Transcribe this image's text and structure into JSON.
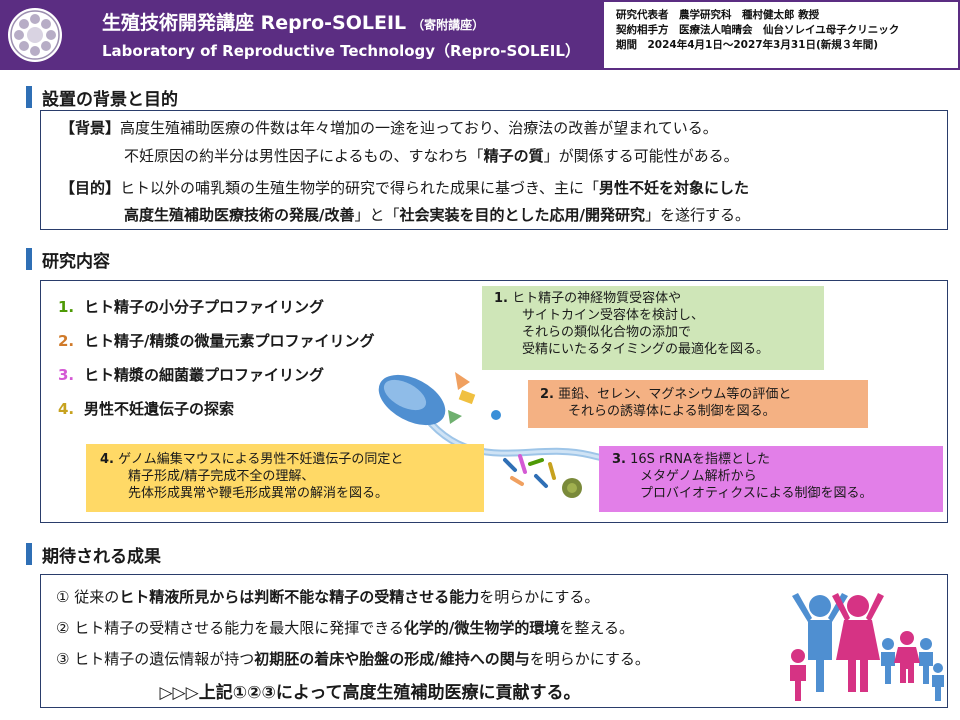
{
  "header": {
    "title_jp": "生殖技術開発講座 Repro-SOLEIL",
    "title_note": "（寄附講座）",
    "title_en": "Laboratory of Reproductive Technology（Repro-SOLEIL）",
    "info": [
      "研究代表者　農学研究科　種村健太郎 教授",
      "契約相手方　医療法人咱晴会　仙台ソレイユ母子クリニック",
      "期間　2024年4月1日～2027年3月31日(新規３年間)"
    ]
  },
  "section1": {
    "heading": "設置の背景と目的",
    "bg_label": "【背景】",
    "bg_line1": "高度生殖補助医療の件数は年々増加の一途を辿っており、治療法の改善が望まれている。",
    "bg_line2_a": "不妊原因の約半分は男性因子によるもの、すなわち「",
    "bg_line2_b": "精子の質",
    "bg_line2_c": "」が関係する可能性がある。",
    "obj_label": "【目的】",
    "obj_line1_a": "ヒト以外の哺乳類の生殖生物学的研究で得られた成果に基づき、主に「",
    "obj_line1_b": "男性不妊を対象にした",
    "obj_line2_a": "高度生殖補助医療技術の発展/改善",
    "obj_line2_b": "」と「",
    "obj_line2_c": "社会実装を目的とした応用/開発研究",
    "obj_line2_d": "」を遂行する。"
  },
  "section2": {
    "heading": "研究内容",
    "items": [
      {
        "num": "1.",
        "label": "ヒト精子の小分子プロファイリング",
        "color": "#4e9a06"
      },
      {
        "num": "2.",
        "label": "ヒト精子/精漿の微量元素プロファイリング",
        "color": "#d07a2a"
      },
      {
        "num": "3.",
        "label": "ヒト精漿の細菌叢プロファイリング",
        "color": "#d45ad4"
      },
      {
        "num": "4.",
        "label": "男性不妊遺伝子の探索",
        "color": "#c7a21f"
      }
    ],
    "notes": [
      {
        "num": "1.",
        "lines": [
          "ヒト精子の神経物質受容体や",
          "サイトカイン受容体を検討し、",
          "それらの類似化合物の添加で",
          "受精にいたるタイミングの最適化を図る。"
        ],
        "color": "#cfe6b8"
      },
      {
        "num": "2.",
        "lines": [
          "亜鉛、セレン、マグネシウム等の評価と",
          "それらの誘導体による制御を図る。"
        ],
        "color": "#f4b183"
      },
      {
        "num": "3.",
        "lines": [
          "16S rRNAを指標とした",
          "メタゲノム解析から",
          "プロバイオティクスによる制御を図る。"
        ],
        "color": "#e27fe8"
      },
      {
        "num": "4.",
        "lines": [
          "ゲノム編集マウスによる男性不妊遺伝子の同定と",
          "精子形成/精子完成不全の理解、",
          "先体形成異常や鞭毛形成異常の解消を図る。"
        ],
        "color": "#ffd966"
      }
    ]
  },
  "section3": {
    "heading": "期待される成果",
    "o1_a": "① 従来の",
    "o1_b": "ヒト精液所見からは判断不能な精子の受精させる能力",
    "o1_c": "を明らかにする。",
    "o2_a": "② ヒト精子の受精させる能力を最大限に発揮できる",
    "o2_b": "化学的/微生物学的環境",
    "o2_c": "を整える。",
    "o3_a": "③ ヒト精子の遺伝情報が持つ",
    "o3_b": "初期胚の着床や胎盤の形成/維持への関与",
    "o3_c": "を明らかにする。",
    "final": "▷▷▷上記①②③によって高度生殖補助医療に貢献する。"
  },
  "colors": {
    "header_bg": "#5b2d82",
    "section_bar": "#2f6fb5",
    "box_border": "#2a3d6b"
  }
}
